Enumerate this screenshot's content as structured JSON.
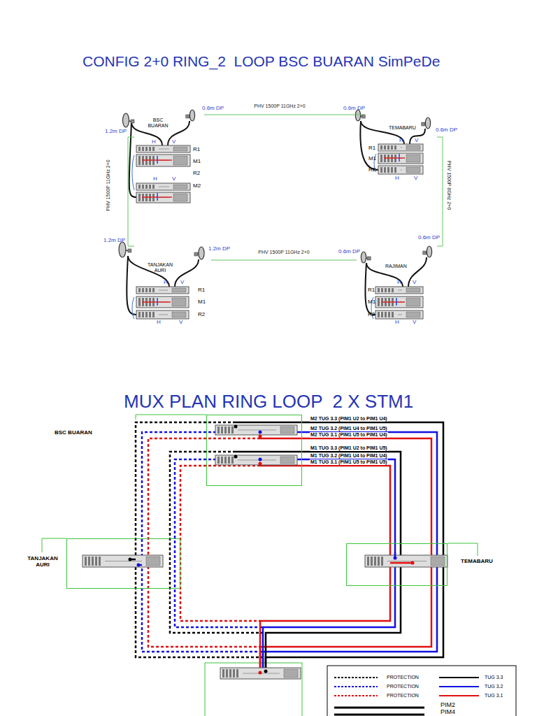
{
  "diagram": {
    "title": "CONFIG 2+0 RING_2  LOOP BSC BUARAN SimPeDe",
    "nodes": [
      {
        "text": [
          "BSC BUARAN"
        ]
      },
      {
        "text": [
          "TEMABARU"
        ]
      },
      {
        "text": [
          "TANJAKAN AURI"
        ]
      },
      {
        "text": [
          "RAJIMAN"
        ]
      },
      {
        "text": [
          "BSC BUARAN"
        ]
      },
      {
        "text": [
          "TANJAKAN AURI"
        ]
      },
      {
        "text": [
          "TEMABARU"
        ]
      }
    ],
    "edges": [
      {
        "from": 0,
        "to": 1,
        "label": "PHV 1500P 11GHz 2+0",
        "arrow": "none"
      },
      {
        "from": 0,
        "to": 2,
        "label": "PHV 1500P 11GHz 2+0",
        "arrow": "none"
      },
      {
        "from": 2,
        "to": 3,
        "label": "PHV 1500P 11GHz 2+0",
        "arrow": "none"
      },
      {
        "from": 1,
        "to": 3,
        "label": "PHV 1500P 8GHz 2+0",
        "arrow": "none"
      }
    ],
    "labels": [
      "MUX PLAN RING LOOP  2 X STM1",
      "0.6m DP",
      "1.2m DP",
      "H",
      "V",
      "R1",
      "M1",
      "R2",
      "H",
      "V",
      "M2",
      "0.6m DP",
      "0.6m DP",
      "R1",
      "M1",
      "R2",
      "H",
      "V",
      "H",
      "V",
      "1.2m DP",
      "1.2m DP",
      "R1",
      "M1",
      "R2",
      "H",
      "V",
      "H",
      "V",
      "0.6m DP",
      "0.6m DP",
      "R1",
      "M1",
      "R2",
      "H",
      "V",
      "H",
      "V",
      "M2 TUG 3.3 (PIM1 U2 to PIM1 U4)",
      "M2 TUG 3.2 (PIM1 U4 to PIM1 U5)",
      "M2 TUG 3.1 (PIM1 U5 to PIM1 U4)",
      "M1 TUG 3.3 (PIM1 U2 to PIM1 U5)",
      "M1 TUG 3.2 (PIM1 U4 to PIM1 U4)",
      "M1 TUG 3.1 (PIM1 U5 to PIM1 U5)",
      "PIM2",
      "PIM4"
    ],
    "legend": [
      {
        "text": "PROTECTION"
      },
      {
        "text": "TUG 3.3"
      },
      {
        "text": "PROTECTION"
      },
      {
        "text": "TUG 3.2"
      },
      {
        "text": "PROTECTION"
      },
      {
        "text": "TUG 3.1"
      }
    ]
  }
}
